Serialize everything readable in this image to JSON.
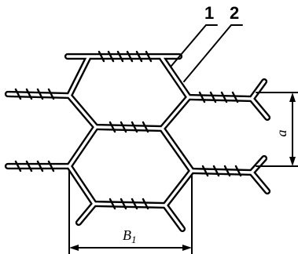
{
  "labels": {
    "callout_1": "1",
    "callout_2": "2"
  },
  "dimensions": {
    "height_symbol": "a",
    "width_symbol": "B",
    "width_subscript": "1"
  },
  "colors": {
    "ink": "#000000",
    "paper": "#ffffff"
  }
}
